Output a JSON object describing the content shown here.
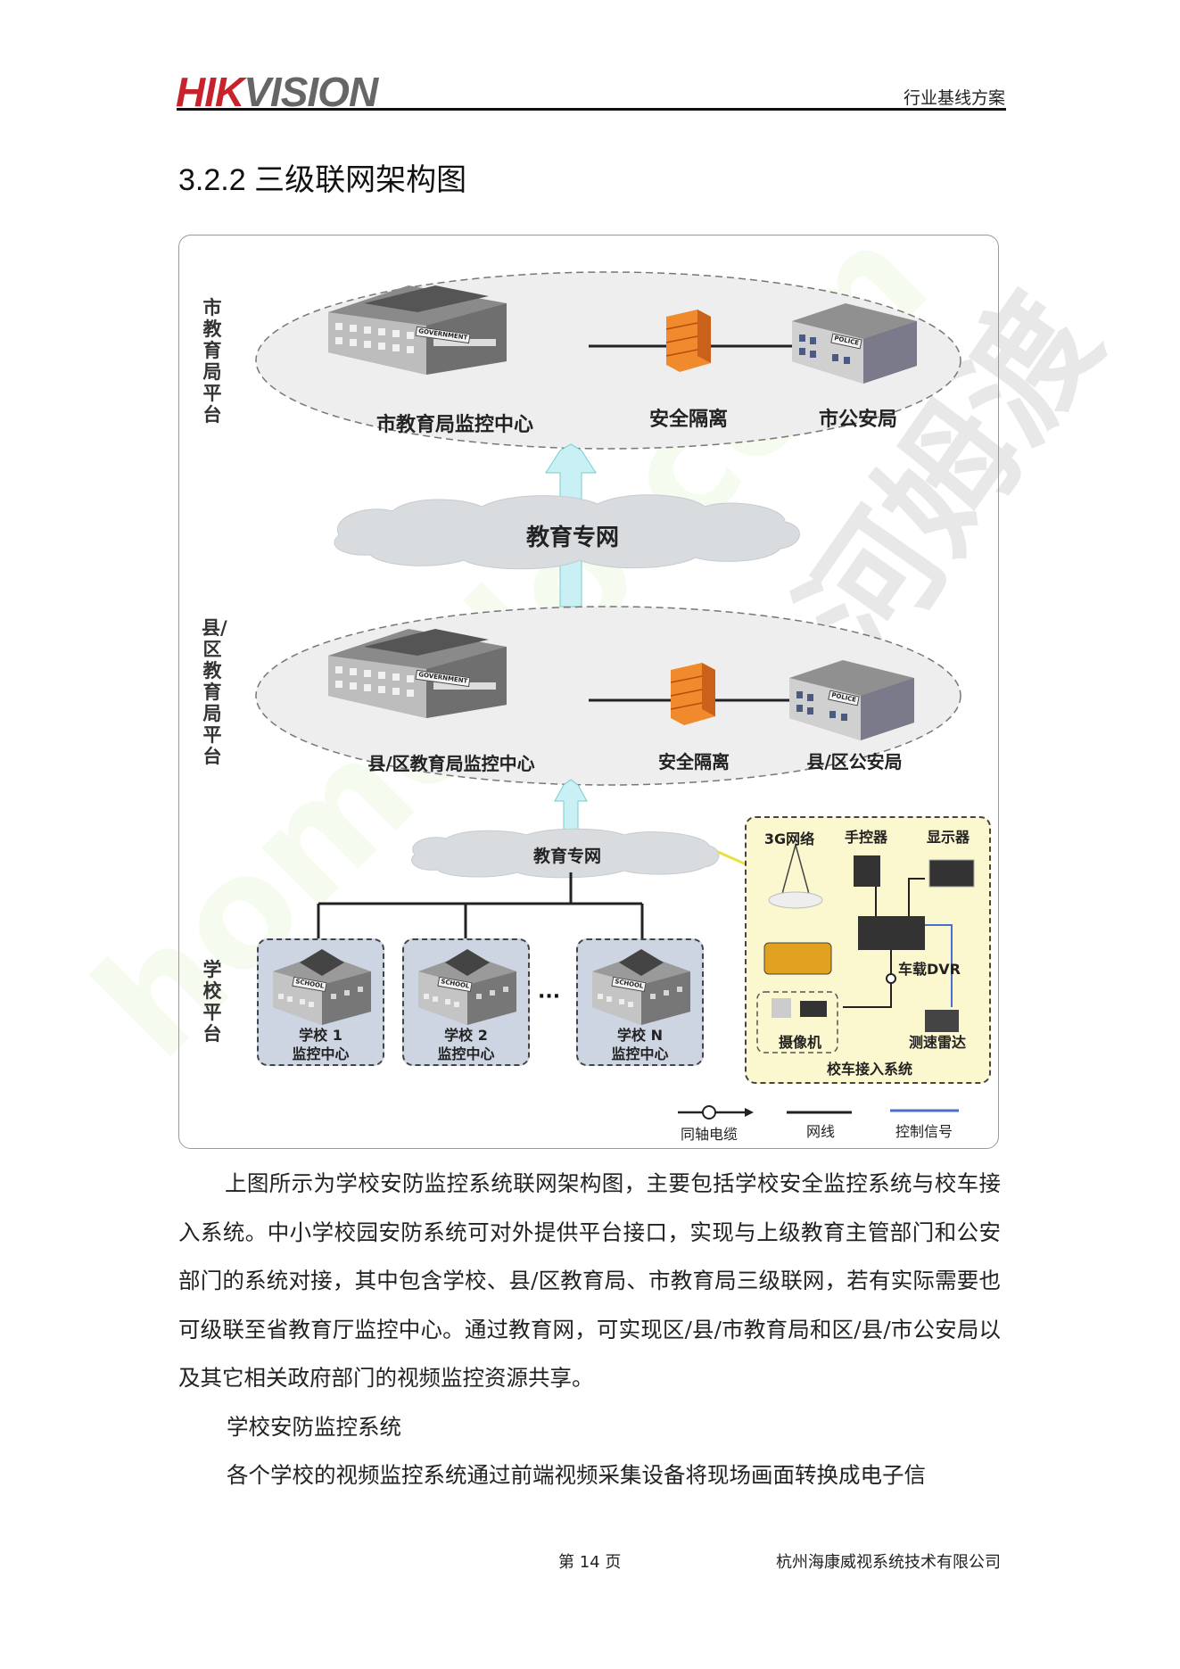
{
  "header": {
    "logo_hik": "HIK",
    "logo_vision": "VISION",
    "right_text": "行业基线方案"
  },
  "section_title": "3.2.2  三级联网架构图",
  "diagram": {
    "tiers": [
      "市教育局平台",
      "县/区教育局平台",
      "学校平台"
    ],
    "city": {
      "center": "市教育局监控中心",
      "firewall": "安全隔离",
      "police": "市公安局"
    },
    "county": {
      "center": "县/区教育局监控中心",
      "firewall": "安全隔离",
      "police": "县/区公安局"
    },
    "network_top": "教育专网",
    "network_bottom": "教育专网",
    "schools": [
      {
        "name": "学校 1",
        "sub": "监控中心"
      },
      {
        "name": "学校 2",
        "sub": "监控中心"
      },
      {
        "name": "学校 N",
        "sub": "监控中心"
      }
    ],
    "ellipsis": "···",
    "bus_system": {
      "title": "校车接入系统",
      "network": "3G网络",
      "controller": "手控器",
      "display": "显示器",
      "dvr": "车载DVR",
      "camera": "摄像机",
      "radar": "测速雷达"
    },
    "legend": [
      "同轴电缆",
      "网线",
      "控制信号"
    ],
    "building_signs": {
      "gov": "GOVERNMENT",
      "police": "POLICE",
      "school": "SCHOOL"
    }
  },
  "body": {
    "paragraph1": "上图所示为学校安防监控系统联网架构图，主要包括学校安全监控系统与校车接入系统。中小学校园安防系统可对外提供平台接口，实现与上级教育主管部门和公安部门的系统对接，其中包含学校、县/区教育局、市教育局三级联网，若有实际需要也可级联至省教育厅监控中心。通过教育网，可实现区/县/市教育局和区/县/市公安局以及其它相关政府部门的视频监控资源共享。",
    "subheading": "学校安防监控系统",
    "paragraph2": "各个学校的视频监控系统通过前端视频采集设备将现场画面转换成电子信"
  },
  "footer": {
    "page": "第 14 页",
    "company": "杭州海康威视系统技术有限公司"
  },
  "watermark": {
    "cn": "河姆渡",
    "en": "homedo.com"
  },
  "colors": {
    "brand_red": "#c8232c",
    "control_signal": "#4a6fd0",
    "arrow": "#c8f0f5",
    "bus_bg": "#fbf7cf",
    "school_bg": "#cdd5e3"
  }
}
